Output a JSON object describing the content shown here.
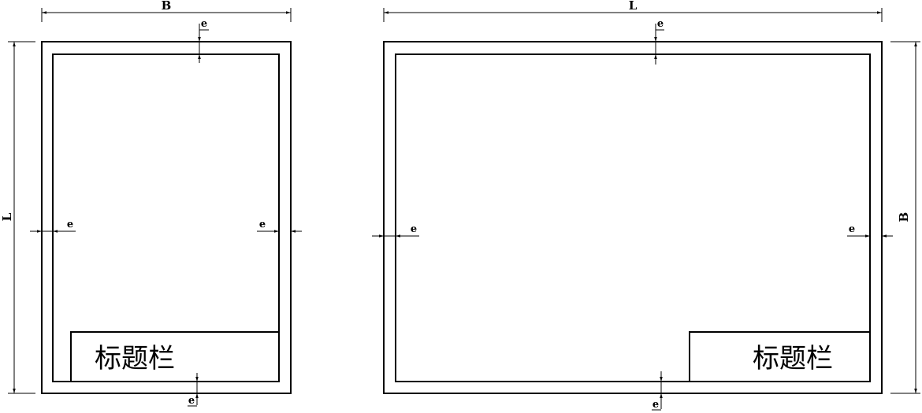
{
  "portrait": {
    "width_label": "B",
    "height_label": "L",
    "margin_label_top": "e",
    "margin_label_left": "e",
    "margin_label_right": "e",
    "margin_label_bottom": "e",
    "title_block_label": "标题栏"
  },
  "landscape": {
    "width_label": "L",
    "height_label": "B",
    "margin_label_top": "e",
    "margin_label_left": "e",
    "margin_label_right": "e",
    "margin_label_bottom": "e",
    "title_block_label": "标题栏"
  }
}
